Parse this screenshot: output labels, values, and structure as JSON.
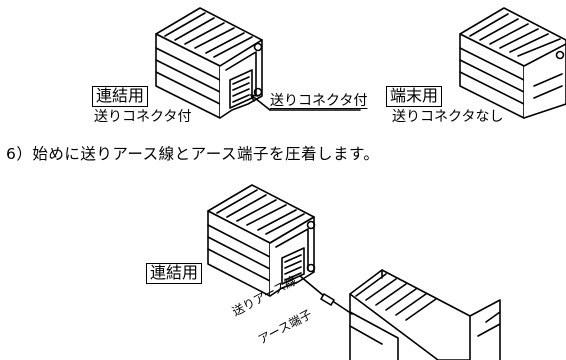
{
  "top_left": {
    "boxed_label": "連結用",
    "sub_label": "送りコネクタ付",
    "callout": "送りコネクタ付"
  },
  "top_right": {
    "boxed_label": "端末用",
    "sub_label": "送りコネクタなし"
  },
  "step_text": "6）始めに送りアース線とアース端子を圧着します。",
  "bottom": {
    "boxed_label": "連結用",
    "ground_wire": "送りアース線",
    "ground_terminal": "アース端子"
  }
}
